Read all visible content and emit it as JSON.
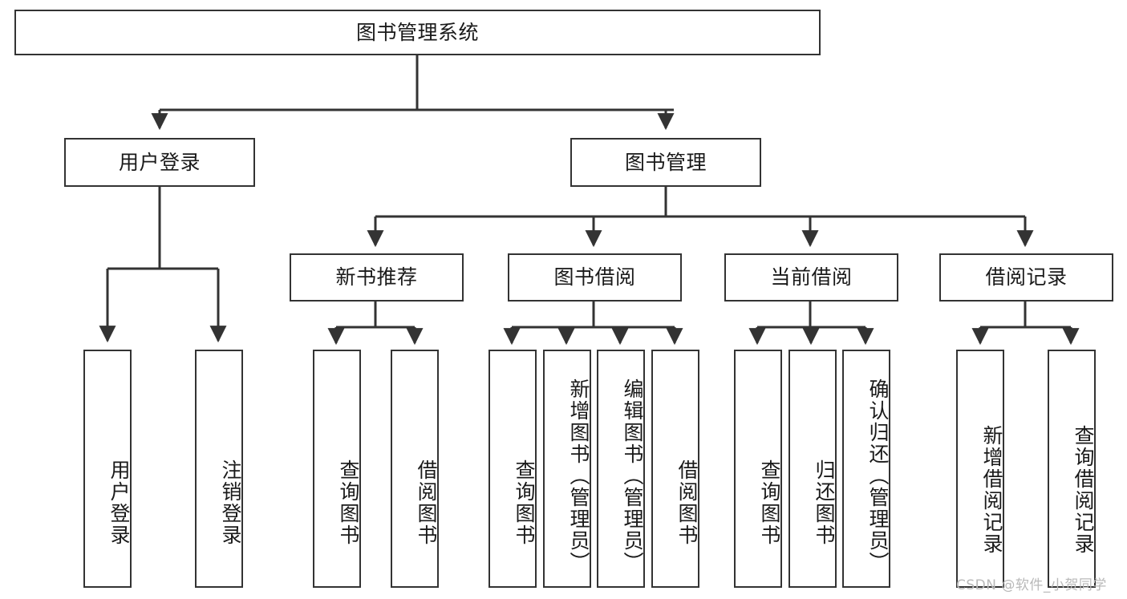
{
  "diagram": {
    "title": "图书管理系统",
    "type": "function-structure-tree",
    "watermark": "CSDN @软件_小贺同学",
    "colors": {
      "stroke": "#333333",
      "fill": "#ffffff",
      "text": "#1a1a1a",
      "watermark": "#b9b9b9"
    },
    "levels": {
      "root": {
        "label": "图书管理系统"
      },
      "level2": [
        {
          "id": "user-login",
          "label": "用户登录"
        },
        {
          "id": "book-manage",
          "label": "图书管理"
        }
      ],
      "level3": [
        {
          "id": "new-book-rec",
          "label": "新书推荐"
        },
        {
          "id": "book-borrow",
          "label": "图书借阅"
        },
        {
          "id": "current-borrow",
          "label": "当前借阅"
        },
        {
          "id": "borrow-record",
          "label": "借阅记录"
        }
      ],
      "leaves": {
        "user_login": [
          {
            "id": "leaf-user-login",
            "label": "用户登录"
          },
          {
            "id": "leaf-logout",
            "label": "注销登录"
          }
        ],
        "new_book_rec": [
          {
            "id": "leaf-query-book-1",
            "label": "查询图书"
          },
          {
            "id": "leaf-borrow-book-1",
            "label": "借阅图书"
          }
        ],
        "book_borrow": [
          {
            "id": "leaf-query-book-2",
            "label": "查询图书"
          },
          {
            "id": "leaf-add-book",
            "label": "新增图书（管理员）"
          },
          {
            "id": "leaf-edit-book",
            "label": "编辑图书（管理员）"
          },
          {
            "id": "leaf-borrow-book-2",
            "label": "借阅图书"
          }
        ],
        "current_borrow": [
          {
            "id": "leaf-query-book-3",
            "label": "查询图书"
          },
          {
            "id": "leaf-return-book",
            "label": "归还图书"
          },
          {
            "id": "leaf-confirm-return",
            "label": "确认归还（管理员）"
          }
        ],
        "borrow_record": [
          {
            "id": "leaf-add-record",
            "label": "新增借阅记录"
          },
          {
            "id": "leaf-query-record",
            "label": "查询借阅记录"
          }
        ]
      }
    }
  }
}
